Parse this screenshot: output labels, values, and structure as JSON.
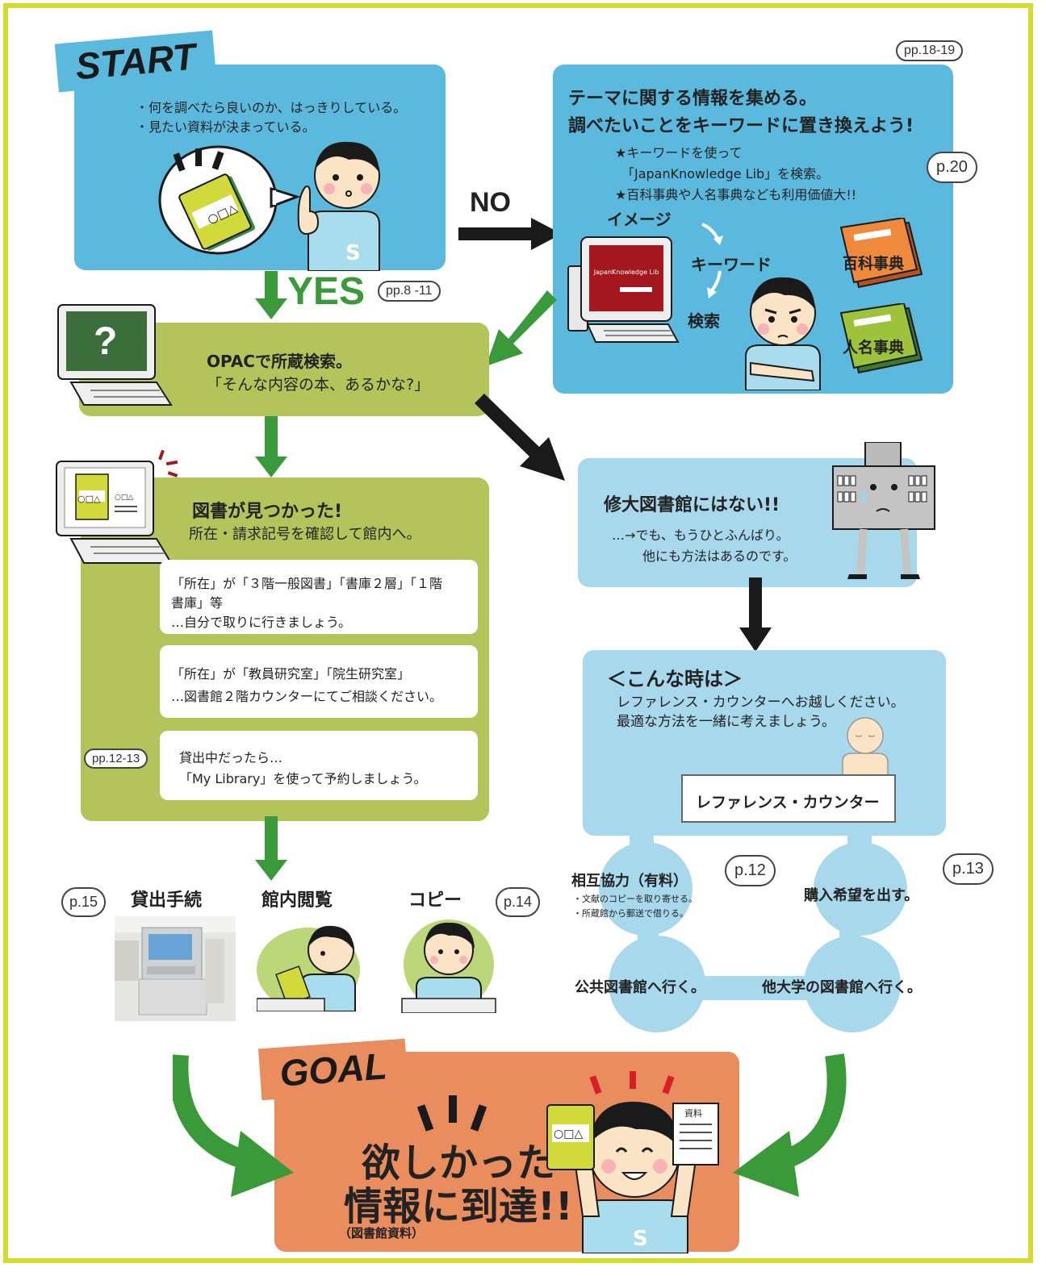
{
  "start": {
    "label": "START",
    "line1": "・何を調べたら良いのか、はっきりしている。",
    "line2": "・見たい資料が決まっている。"
  },
  "no_label": "NO",
  "yes_label": "YES",
  "yes_ref": "pp.8 -11",
  "theme": {
    "ref": "pp.18-19",
    "title1": "テーマに関する情報を集める。",
    "title2": "調べたいことをキーワードに置き換えよう!",
    "star1": "★キーワードを使って",
    "star1b": "「JapanKnowledge Lib」を検索。",
    "star2": "★百科事典や人名事典なども利用価値大!!",
    "ref2": "p.20",
    "image": "イメージ",
    "keyword": "キーワード",
    "search": "検索",
    "book1": "百科事典",
    "book2": "人名事典",
    "screen_text": "JapanKnowledge Lib"
  },
  "opac": {
    "title": "OPACで所蔵検索。",
    "sub": "「そんな内容の本、あるかな?」",
    "question": "?"
  },
  "found": {
    "title": "図書が見つかった!",
    "sub": "所在・請求記号を確認して館内へ。",
    "card1_l1": "「所在」が「３階一般図書」「書庫２層」「１階",
    "card1_l2": "書庫」等",
    "card1_l3": "…自分で取りに行きましょう。",
    "card2_l1": "「所在」が「教員研究室」「院生研究室」",
    "card2_l2": "…図書館２階カウンターにてご相談ください。",
    "card3_l1": "貸出中だったら…",
    "card3_l2": "「My Library」を使って予約しましょう。",
    "card3_ref": "pp.12-13"
  },
  "not_here": {
    "title": "修大図書館にはない!!",
    "l1": "…→でも、もうひとふんばり。",
    "l2": "他にも方法はあるのです。"
  },
  "reference": {
    "title": "＜こんな時は＞",
    "l1": "レファレンス・カウンターへお越しください。",
    "l2": "最適な方法を一緒に考えましょう。",
    "counter": "レファレンス・カウンター"
  },
  "options": {
    "mutual": "相互協力（有料）",
    "mutual_s1": "・文献のコピーを取り寄せる。",
    "mutual_s2": "・所蔵館から郵送で借りる。",
    "mutual_ref": "p.12",
    "purchase": "購入希望を出す。",
    "purchase_ref": "p.13",
    "public": "公共図書館へ行く。",
    "other": "他大学の図書館へ行く。"
  },
  "actions": {
    "loan": "貸出手続",
    "loan_ref": "p.15",
    "read": "館内閲覧",
    "copy": "コピー",
    "copy_ref": "p.14"
  },
  "goal": {
    "label": "GOAL",
    "l1": "欲しかった",
    "l2": "情報に到達!!",
    "sub": "（図書館資料）",
    "doc": "資料"
  },
  "book_logo": "○□△",
  "colors": {
    "frame": "#d3dc2a",
    "blue": "#5bb9de",
    "light_blue": "#a8d8ec",
    "green": "#b5c45a",
    "orange": "#e98d5f",
    "arrow_green": "#3a9a3a"
  }
}
